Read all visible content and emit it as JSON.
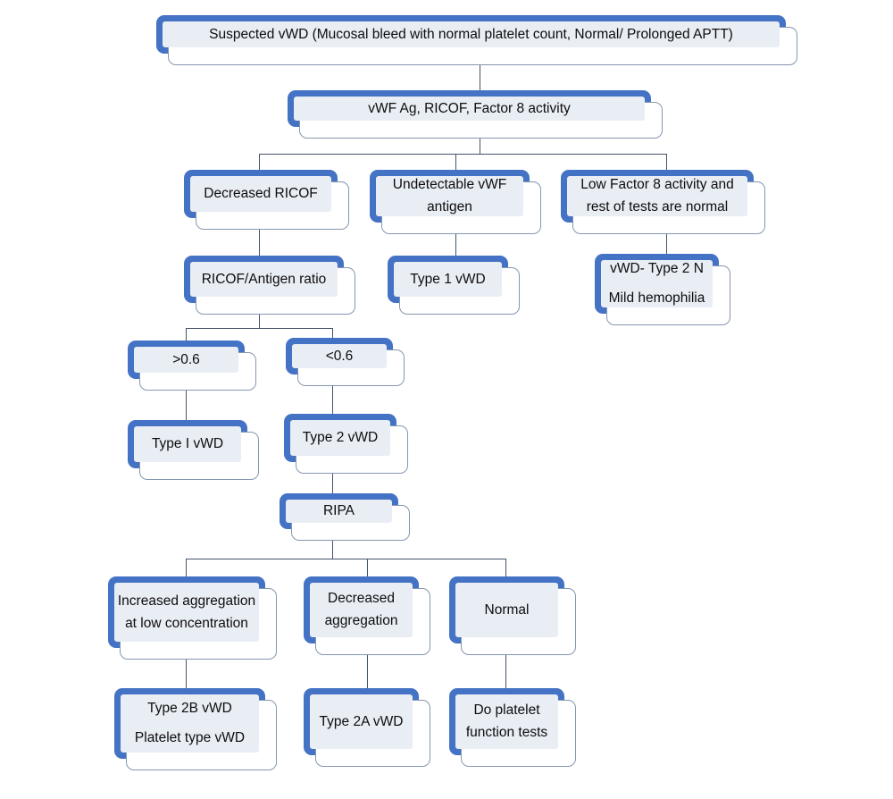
{
  "diagram": {
    "title": "vWD diagnostic flowchart",
    "colors": {
      "accent_blue": "#4472C4",
      "panel_fill": "#E9EDF4",
      "card_border": "#8497B0",
      "connector": "#44546A",
      "text": "#0D0D0D",
      "background": "#FFFFFF"
    },
    "nodes": [
      {
        "id": "suspected-vwd",
        "lines": [
          "Suspected vWD (Mucosal bleed with normal platelet count, Normal/ Prolonged APTT)"
        ]
      },
      {
        "id": "initial-tests",
        "lines": [
          "vWF Ag, RICOF, Factor 8 activity"
        ]
      },
      {
        "id": "decreased-ricof",
        "lines": [
          "Decreased RICOF"
        ]
      },
      {
        "id": "undetectable-vwf-antigen",
        "lines": [
          "Undetectable vWF",
          "antigen"
        ]
      },
      {
        "id": "low-factor-8",
        "lines": [
          "Low Factor 8 activity and",
          "rest of tests are normal"
        ]
      },
      {
        "id": "ricof-antigen-ratio",
        "lines": [
          "RICOF/Antigen ratio"
        ]
      },
      {
        "id": "type-1-vwd",
        "lines": [
          "Type 1 vWD"
        ]
      },
      {
        "id": "vwd-type-2n",
        "lines": [
          "vWD- Type 2 N",
          "Mild hemophilia"
        ]
      },
      {
        "id": "ratio-gt-06",
        "lines": [
          ">0.6"
        ]
      },
      {
        "id": "ratio-lt-06",
        "lines": [
          "<0.6"
        ]
      },
      {
        "id": "type-I-vwd",
        "lines": [
          "Type I vWD"
        ]
      },
      {
        "id": "type-2-vwd",
        "lines": [
          "Type 2 vWD"
        ]
      },
      {
        "id": "ripa",
        "lines": [
          "RIPA"
        ]
      },
      {
        "id": "increased-aggregation",
        "lines": [
          "Increased aggregation",
          "at low concentration"
        ]
      },
      {
        "id": "decreased-aggregation",
        "lines": [
          "Decreased",
          "aggregation"
        ]
      },
      {
        "id": "normal",
        "lines": [
          "Normal"
        ]
      },
      {
        "id": "type-2b-vwd",
        "lines": [
          "Type 2B vWD",
          "Platelet type vWD"
        ]
      },
      {
        "id": "type-2a-vwd",
        "lines": [
          "Type 2A vWD"
        ]
      },
      {
        "id": "do-platelet-function-tests",
        "lines": [
          "Do platelet",
          "function tests"
        ]
      }
    ]
  }
}
